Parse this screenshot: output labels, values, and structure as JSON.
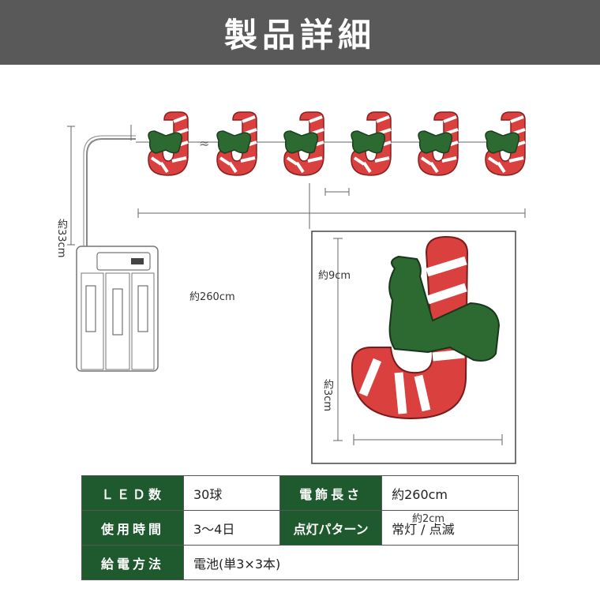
{
  "header": {
    "title": "製品詳細"
  },
  "dimensions": {
    "cord_length": "約33cm",
    "total_length": "約260cm",
    "spacing": "約9cm",
    "motif_height": "約3cm",
    "motif_width": "約2cm"
  },
  "colors": {
    "header_bg": "#595959",
    "label_bg": "#1f5a2e",
    "cane_red": "#d9403e",
    "bow_green": "#2d6a32"
  },
  "specs": [
    {
      "k1": "ＬＥＤ数",
      "v1": "30球",
      "k2": "電飾長さ",
      "v2": "約260cm"
    },
    {
      "k1": "使用時間",
      "v1": "3〜4日",
      "k2": "点灯パターン",
      "v2": "常灯 / 点滅"
    },
    {
      "k1": "給電方法",
      "v1": "電池(単3×3本)"
    }
  ]
}
